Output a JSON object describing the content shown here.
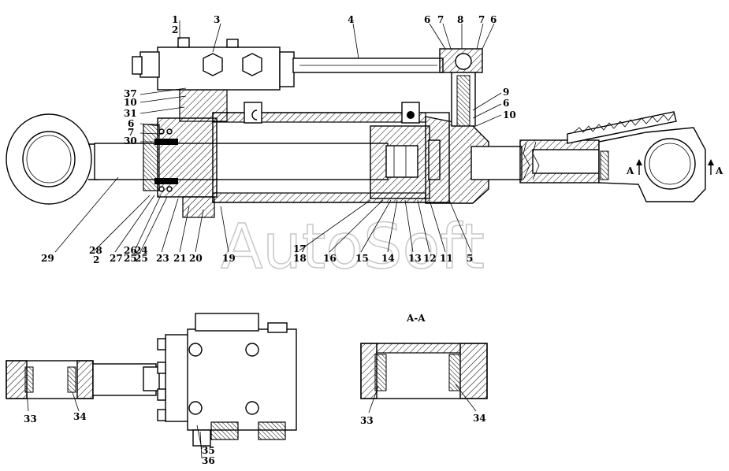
{
  "watermark": "AutoSoft",
  "section_title": "A-A",
  "section_marker": "A",
  "labels": {
    "l1": "1",
    "l2": "2",
    "l3": "3",
    "l4": "4",
    "l6a": "6",
    "l7a": "7",
    "l8": "8",
    "l7b": "7",
    "l6b": "6",
    "l9": "9",
    "l6c": "6",
    "l10b": "10",
    "l37": "37",
    "l10a": "10",
    "l31": "31",
    "l6d": "6",
    "l7c": "7",
    "l30": "30",
    "l29": "29",
    "l28": "28",
    "l2b": "2",
    "l27": "27",
    "l26": "26",
    "l24": "24",
    "l25a": "25",
    "l25b": "25",
    "l23": "23",
    "l21": "21",
    "l20": "20",
    "l19": "19",
    "l17": "17",
    "l18": "18",
    "l16": "16",
    "l15": "15",
    "l14": "14",
    "l13": "13",
    "l12": "12",
    "l11": "11",
    "l5": "5",
    "l33a": "33",
    "l34a": "34",
    "l35": "35",
    "l36": "36",
    "l33b": "33",
    "l34b": "34"
  }
}
